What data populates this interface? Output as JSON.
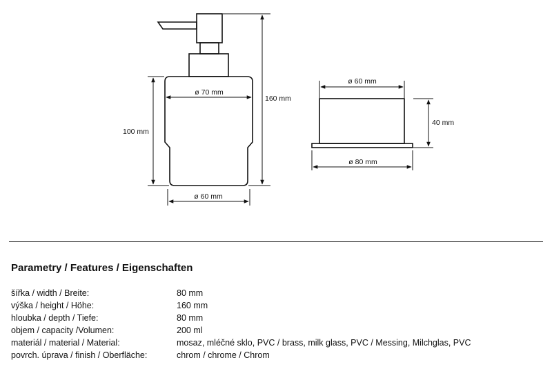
{
  "dimensions": {
    "dispenser_height": "160 mm",
    "glass_height": "100 mm",
    "glass_top_diameter": "ø 70 mm",
    "glass_bottom_diameter": "ø 60 mm",
    "holder_inner_diameter": "ø 60 mm",
    "holder_outer_diameter": "ø 80 mm",
    "holder_height": "40 mm"
  },
  "specs": {
    "title": "Parametry / Features / Eigenschaften",
    "rows": [
      {
        "label": "šířka / width / Breite:",
        "value": "80 mm"
      },
      {
        "label": "výška / height / Höhe:",
        "value": "160 mm"
      },
      {
        "label": "hloubka / depth / Tiefe:",
        "value": "80 mm"
      },
      {
        "label": "objem / capacity /Volumen:",
        "value": "200 ml"
      },
      {
        "label": "materiál / material / Material:",
        "value": "mosaz, mléčné sklo, PVC / brass, milk glass, PVC / Messing, Milchglas, PVC"
      },
      {
        "label": "povrch. úprava / finish / Oberfläche:",
        "value": "chrom / chrome / Chrom"
      }
    ]
  }
}
